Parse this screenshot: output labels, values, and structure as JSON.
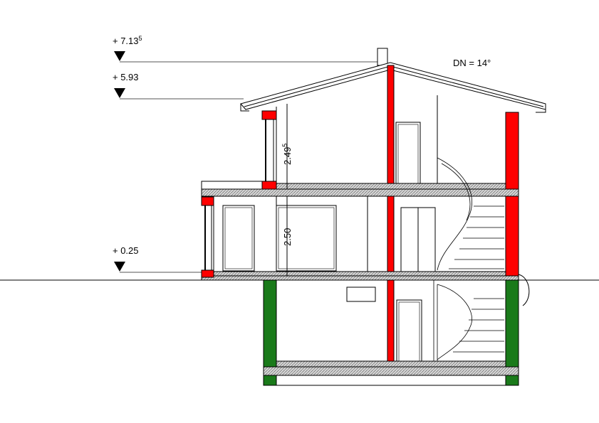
{
  "levels": [
    {
      "label": "+ 7.13",
      "sup": "5"
    },
    {
      "label": "+ 5.93",
      "sup": ""
    },
    {
      "label": "+ 0.25",
      "sup": ""
    }
  ],
  "roof_pitch": "DN = 14°",
  "dimensions": [
    {
      "label": "2.49",
      "sup": "5"
    },
    {
      "label": "2.50",
      "sup": ""
    }
  ],
  "colors": {
    "wall_new": "#ff0000",
    "wall_existing": "#1a7a1a",
    "slab": "#bfbfbf"
  }
}
